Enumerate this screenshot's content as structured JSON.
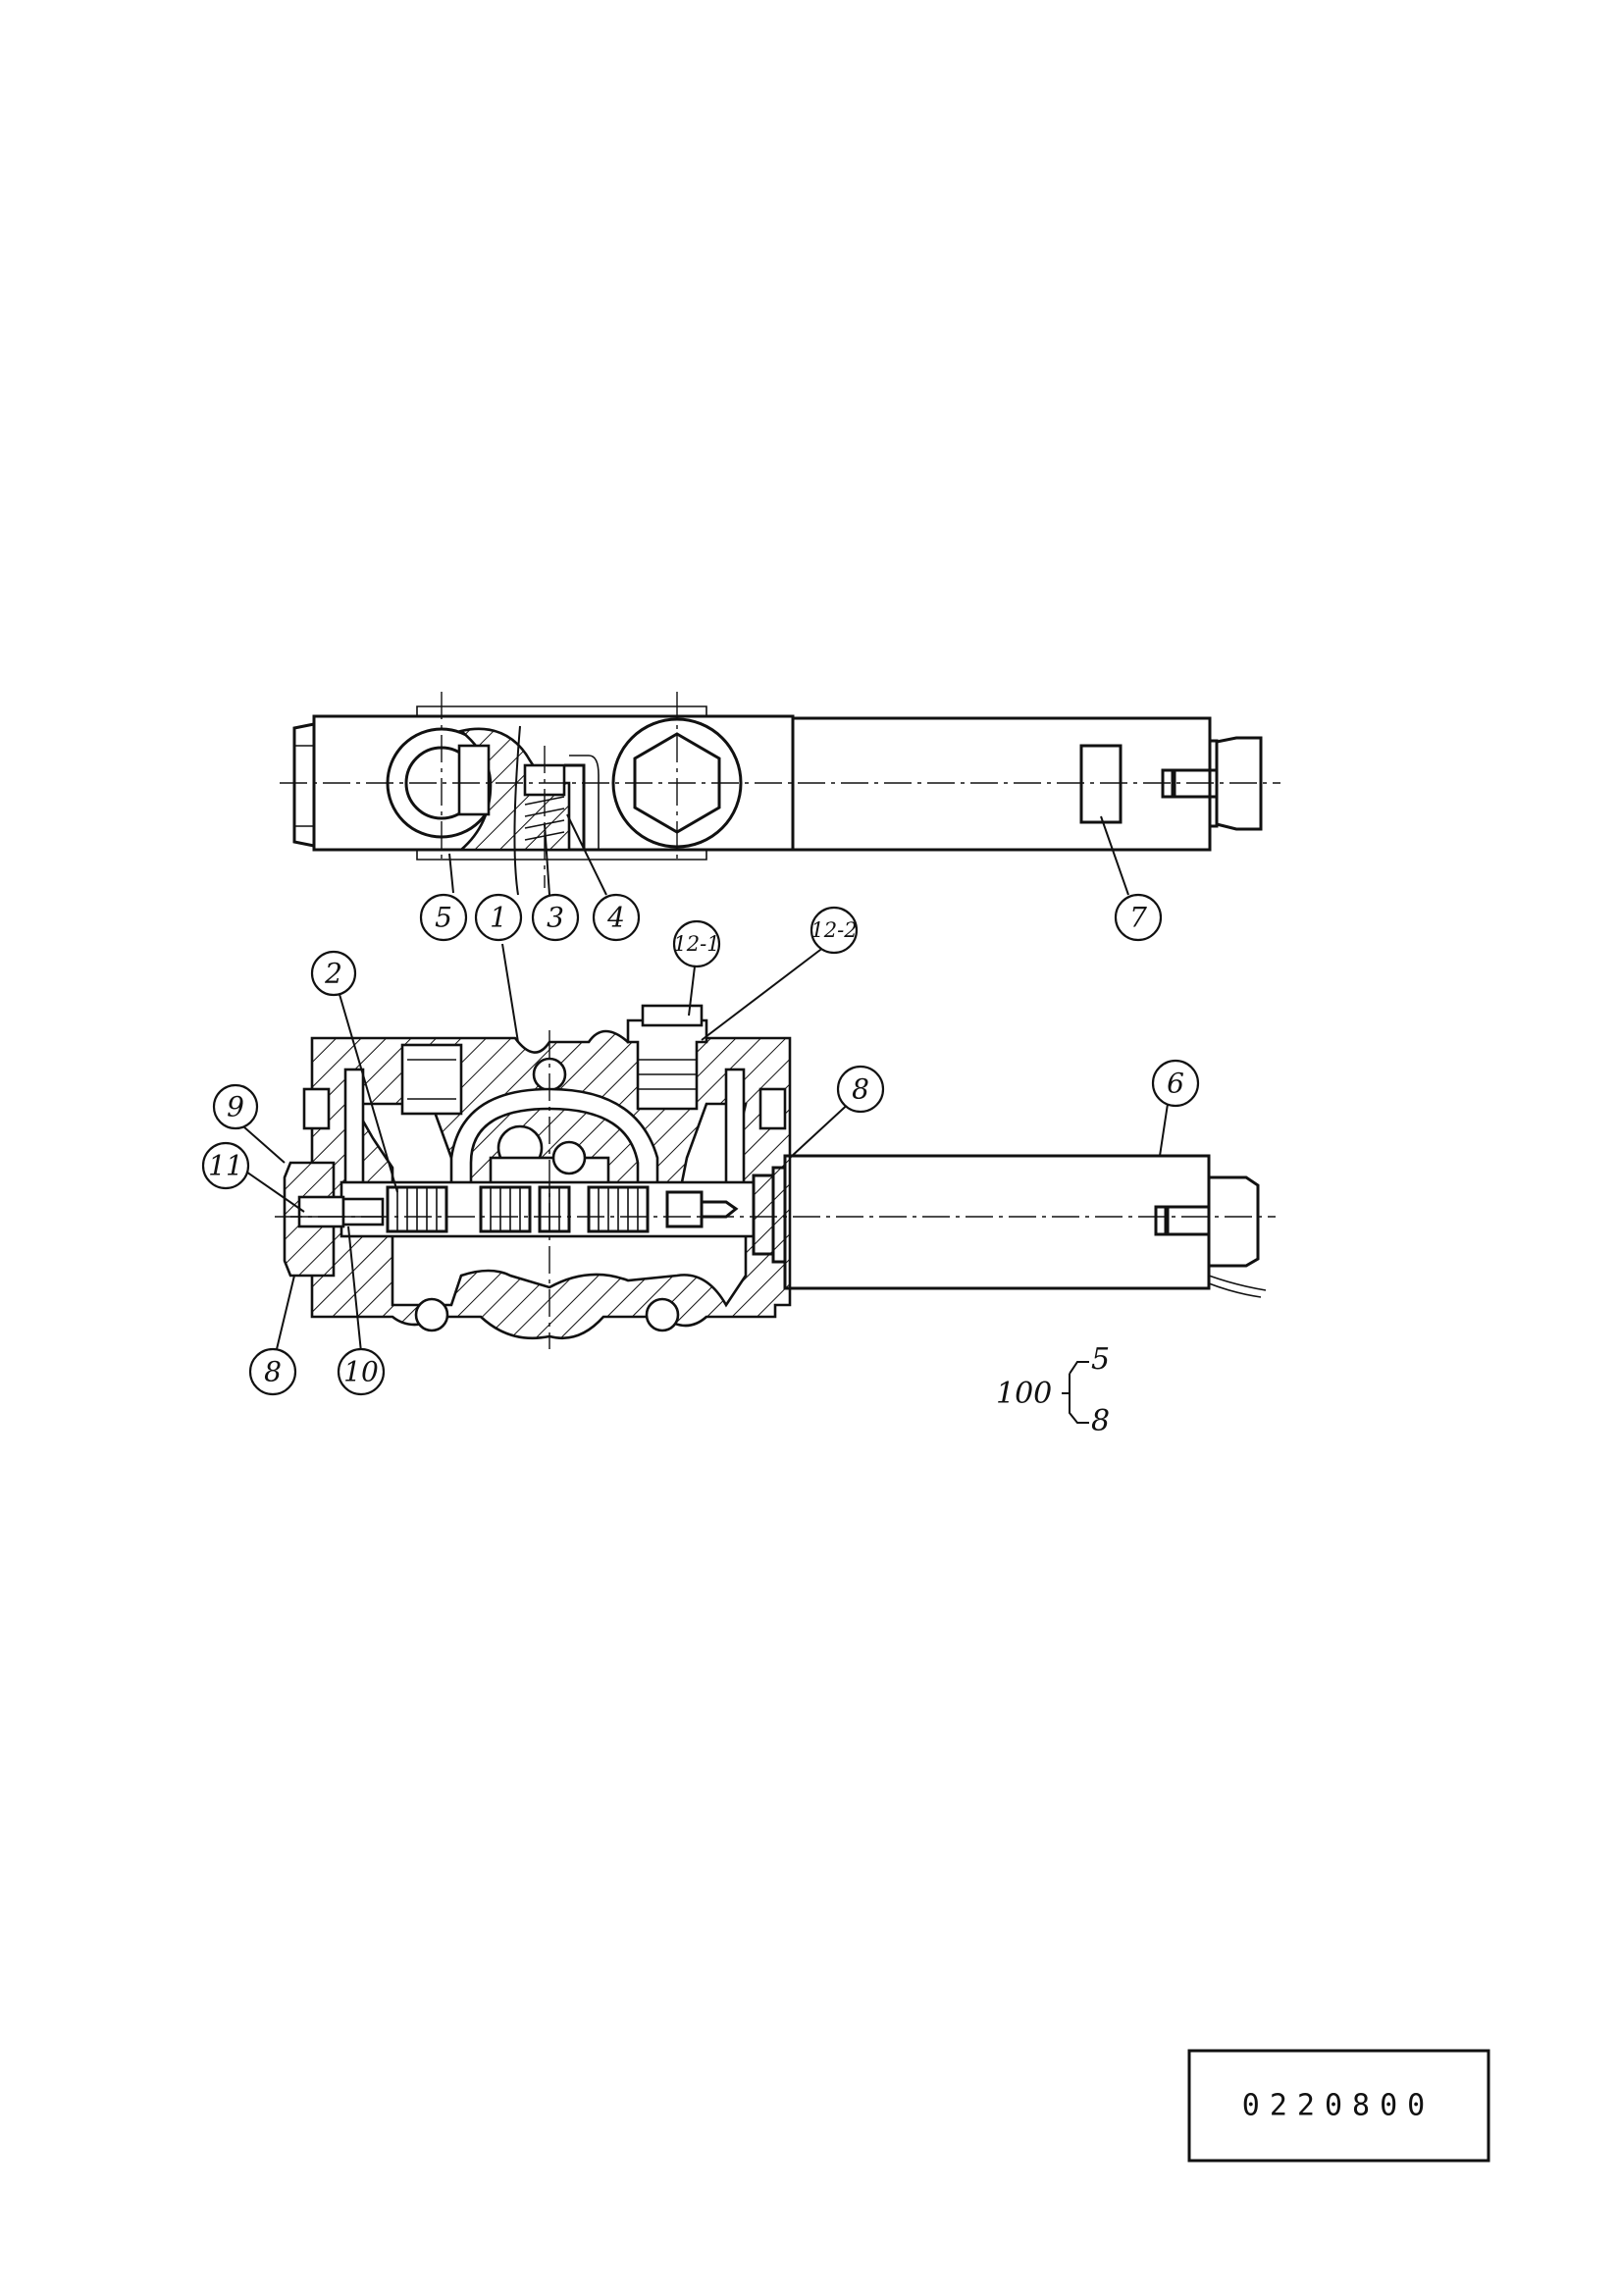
{
  "top_view": {
    "balloons": [
      "5",
      "1",
      "3",
      "4",
      "7"
    ]
  },
  "section_view": {
    "balloons": [
      "2",
      "12-1",
      "12-2",
      "9",
      "11",
      "8",
      "6",
      "8",
      "10"
    ]
  },
  "legend": {
    "parent": "100",
    "children": [
      "5",
      "8"
    ]
  },
  "document_number": "0220800"
}
